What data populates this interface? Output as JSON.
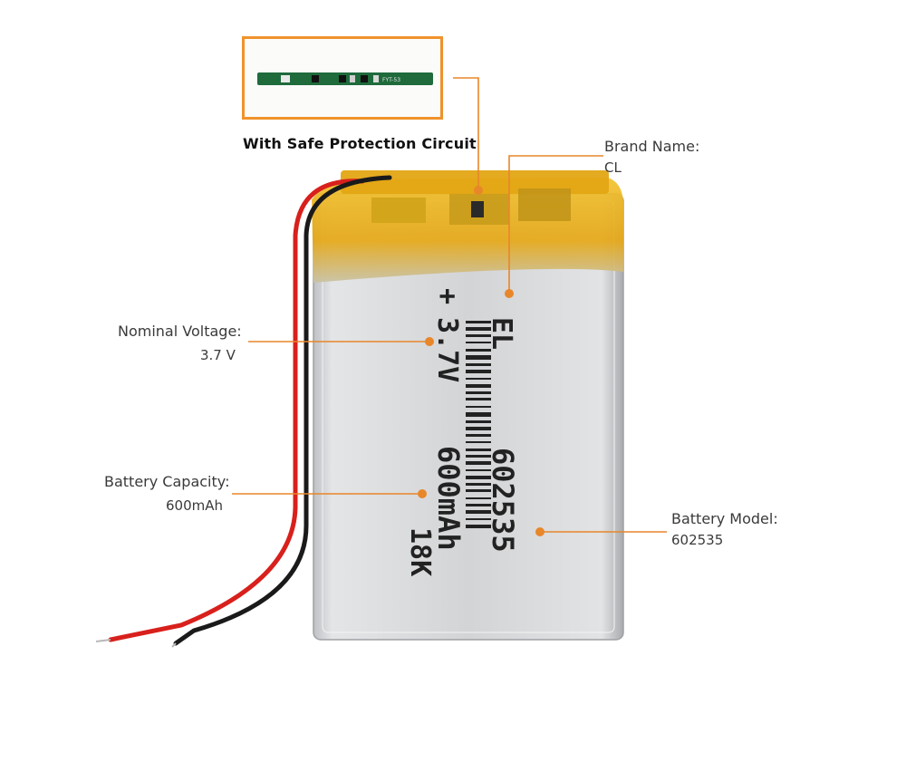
{
  "protection": {
    "caption": "With Safe Protection Circuit",
    "pcb_marking": "FYT-53"
  },
  "callouts": {
    "brand": {
      "title": "Brand Name:",
      "value": "CL"
    },
    "voltage": {
      "title": "Nominal Voltage:",
      "value": "3.7 V"
    },
    "capacity": {
      "title": "Battery  Capacity:",
      "value": "600mAh"
    },
    "model": {
      "title": "Battery Model:",
      "value": "602535"
    }
  },
  "battery_print": {
    "plus": "+",
    "brand": "EL",
    "voltage": "3.7V",
    "model": "602535",
    "capacity": "600mAh",
    "extra": "18K"
  },
  "colors": {
    "accent": "#f0922c",
    "callout_line": "#e8862a",
    "tape": "#e8b21c",
    "cell": "#cfd0d2",
    "wire_red": "#d8201c",
    "wire_black": "#1a1a1a",
    "pcb": "#1f6b3c"
  }
}
